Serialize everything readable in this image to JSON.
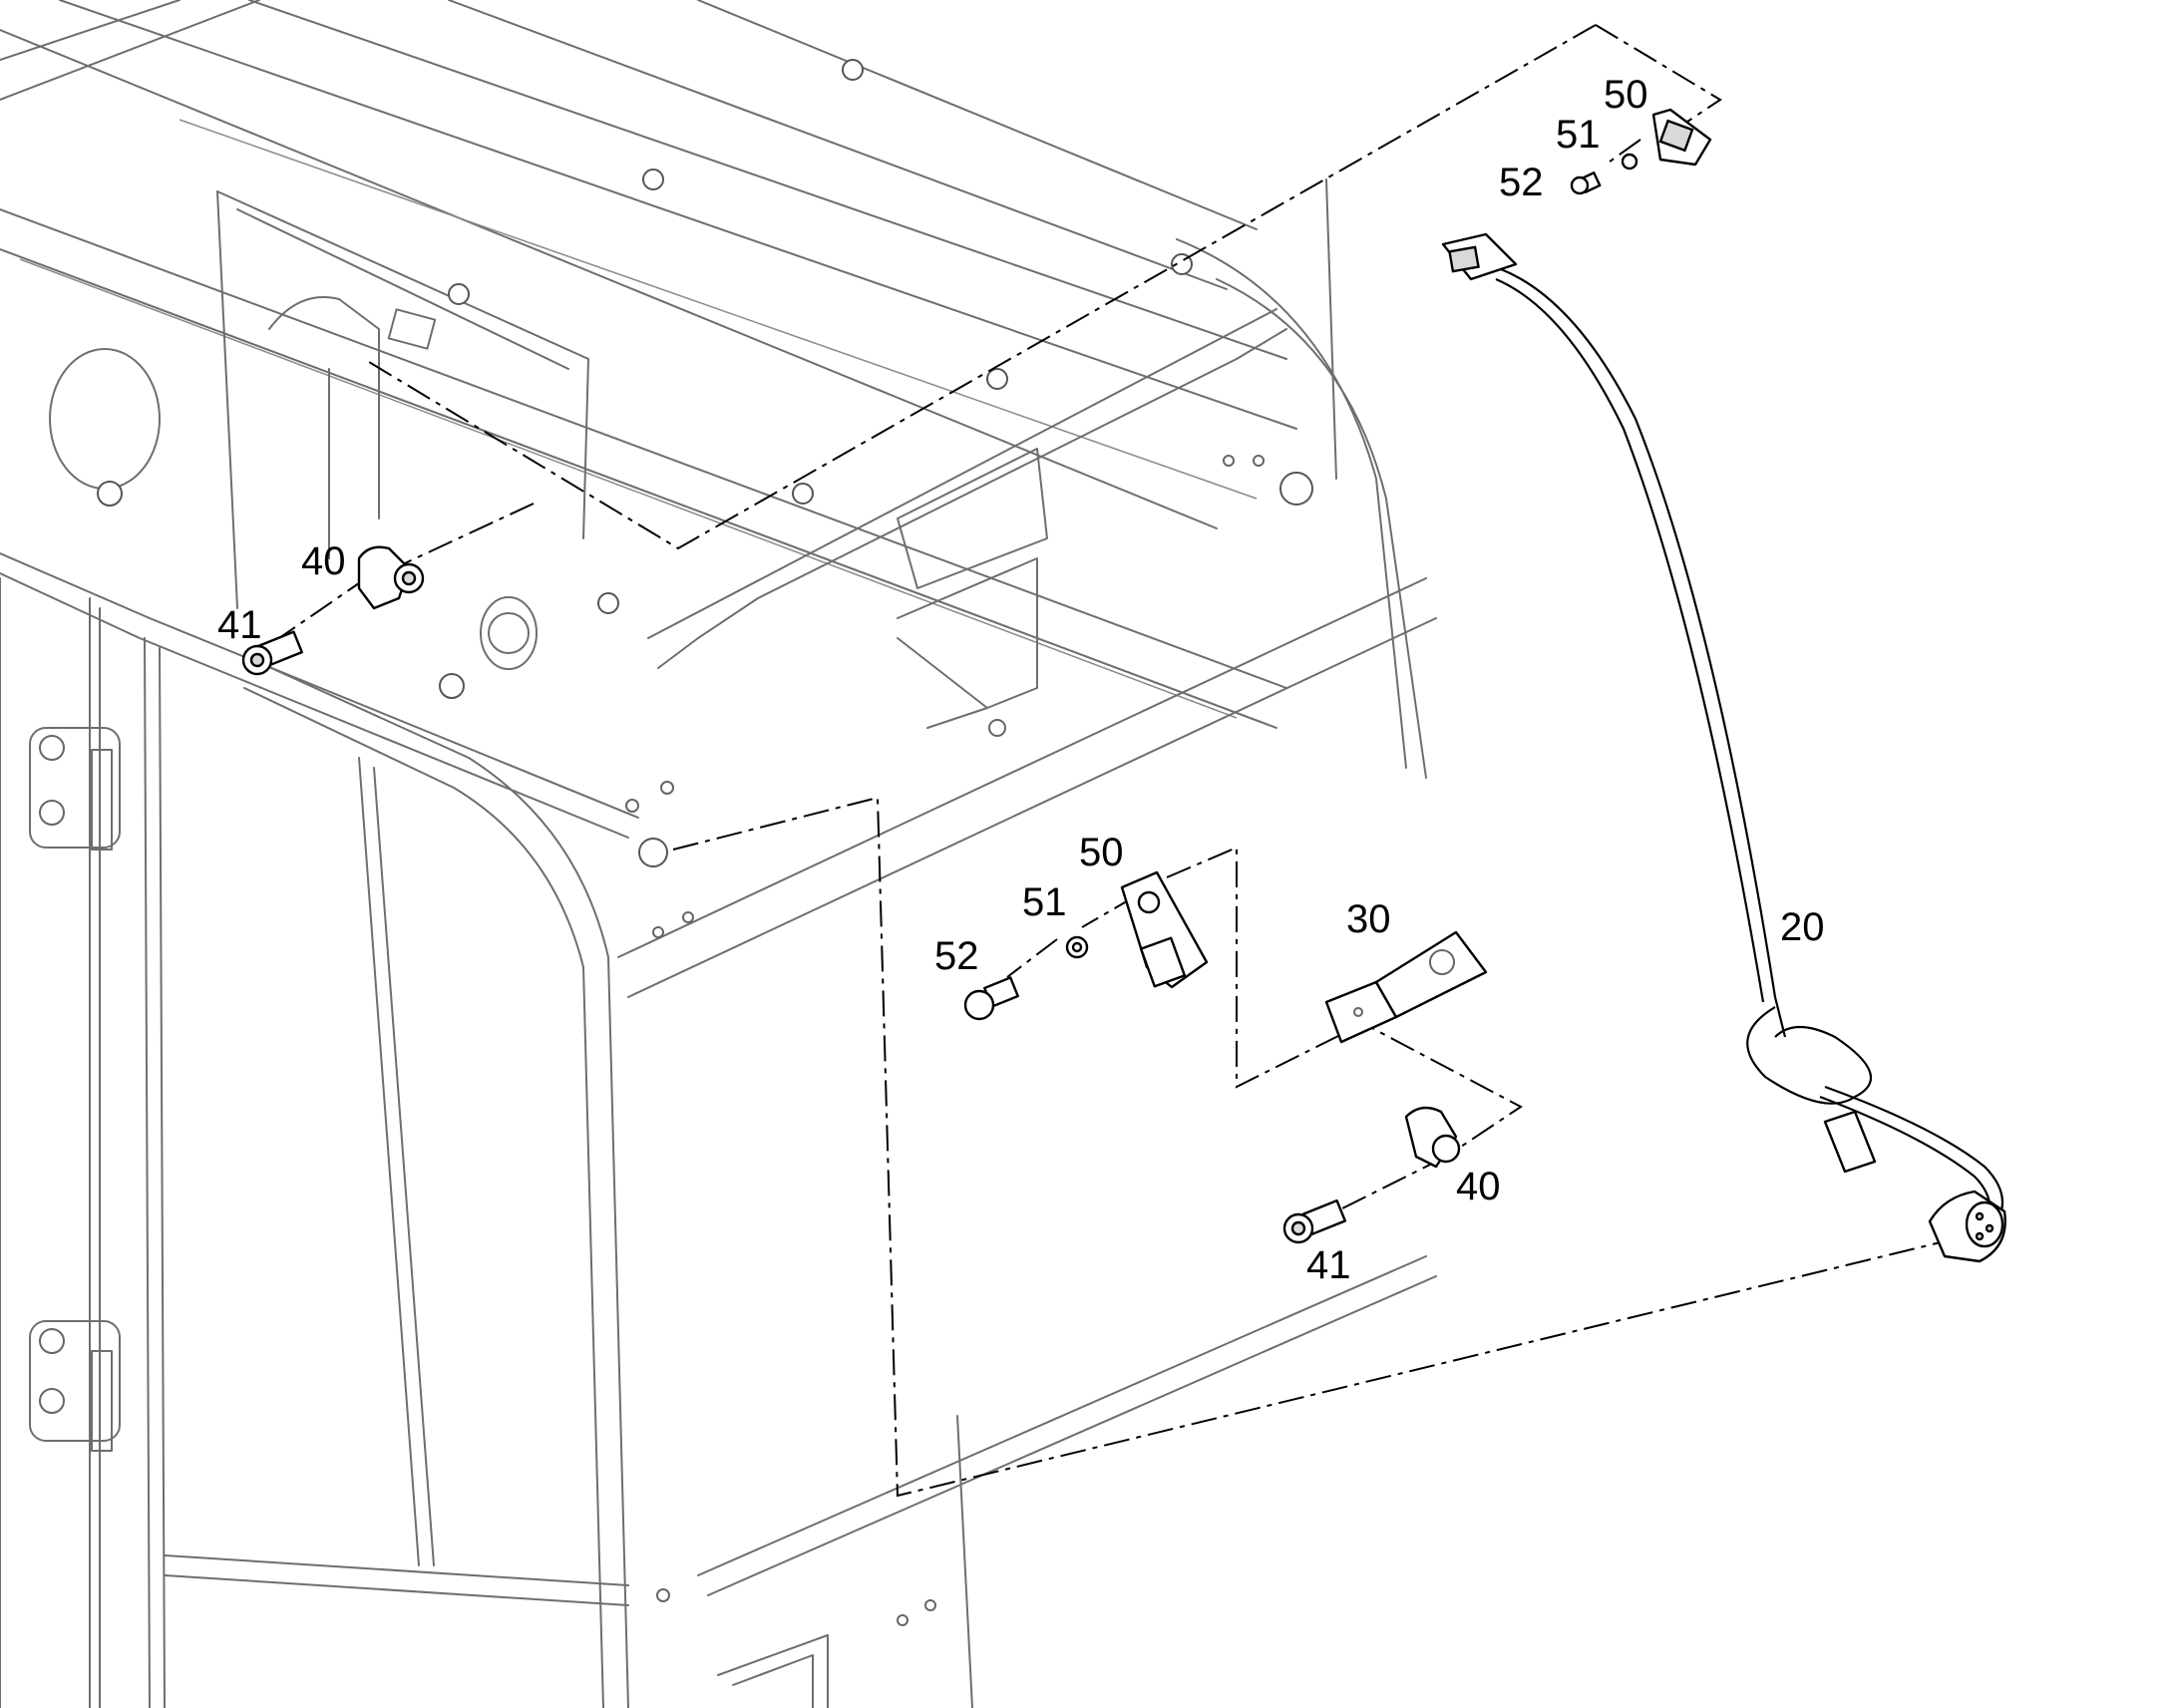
{
  "callouts": {
    "c50_top": "50",
    "c51_top": "51",
    "c52_top": "52",
    "c40_left": "40",
    "c41_left": "41",
    "c50_mid": "50",
    "c51_mid": "51",
    "c52_mid": "52",
    "c30": "30",
    "c40_right": "40",
    "c41_right": "41",
    "c20": "20"
  },
  "colors": {
    "line_art": "#000000",
    "background_structure": "#6e6e6e",
    "background": "#ffffff"
  }
}
